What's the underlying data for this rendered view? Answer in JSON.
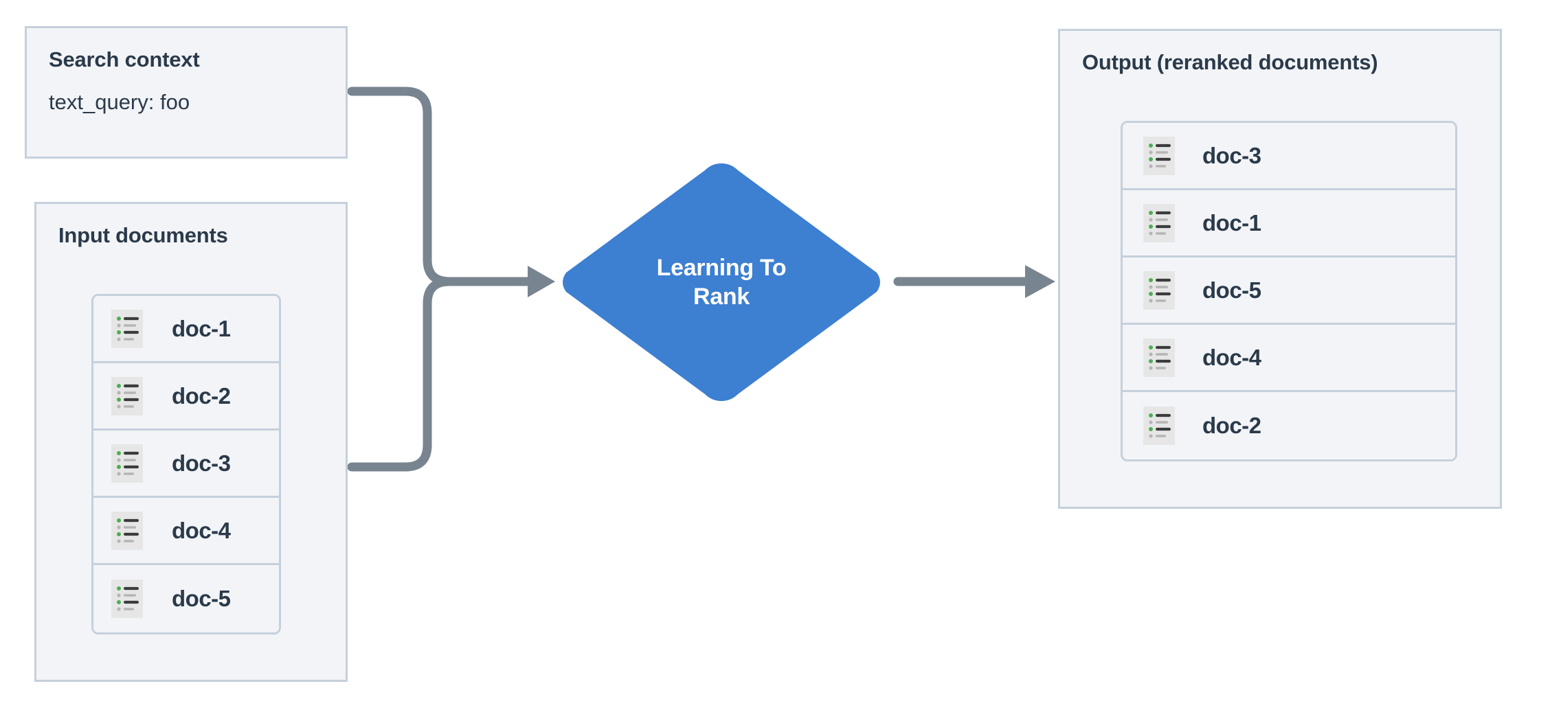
{
  "diagram": {
    "title_hidden": "",
    "colors": {
      "panel_fill": "#f2f4f7",
      "panel_border": "#c5d0dc",
      "text_dark": "#2b3a4a",
      "node_blue": "#3d7fd1",
      "connector_gray": "#78848f",
      "icon_bg": "#e6e6e6",
      "icon_green": "#4caf50",
      "icon_dark": "#3c3c3c",
      "icon_light": "#b5b5b5"
    }
  },
  "search_context": {
    "title": "Search context",
    "query_line": "text_query: foo"
  },
  "input": {
    "title": "Input documents",
    "documents": [
      {
        "label": "doc-1",
        "icon": "document-list-icon"
      },
      {
        "label": "doc-2",
        "icon": "document-list-icon"
      },
      {
        "label": "doc-3",
        "icon": "document-list-icon"
      },
      {
        "label": "doc-4",
        "icon": "document-list-icon"
      },
      {
        "label": "doc-5",
        "icon": "document-list-icon"
      }
    ]
  },
  "node": {
    "label_line1": "Learning To",
    "label_line2": "Rank",
    "shape": "diamond"
  },
  "output": {
    "title": "Output (reranked documents)",
    "documents": [
      {
        "label": "doc-3",
        "icon": "document-list-icon"
      },
      {
        "label": "doc-1",
        "icon": "document-list-icon"
      },
      {
        "label": "doc-5",
        "icon": "document-list-icon"
      },
      {
        "label": "doc-4",
        "icon": "document-list-icon"
      },
      {
        "label": "doc-2",
        "icon": "document-list-icon"
      }
    ]
  },
  "connectors": [
    {
      "name": "search-context-to-node",
      "from": "search_context",
      "to": "node"
    },
    {
      "name": "input-documents-to-node",
      "from": "input",
      "to": "node"
    },
    {
      "name": "node-to-output",
      "from": "node",
      "to": "output"
    }
  ]
}
